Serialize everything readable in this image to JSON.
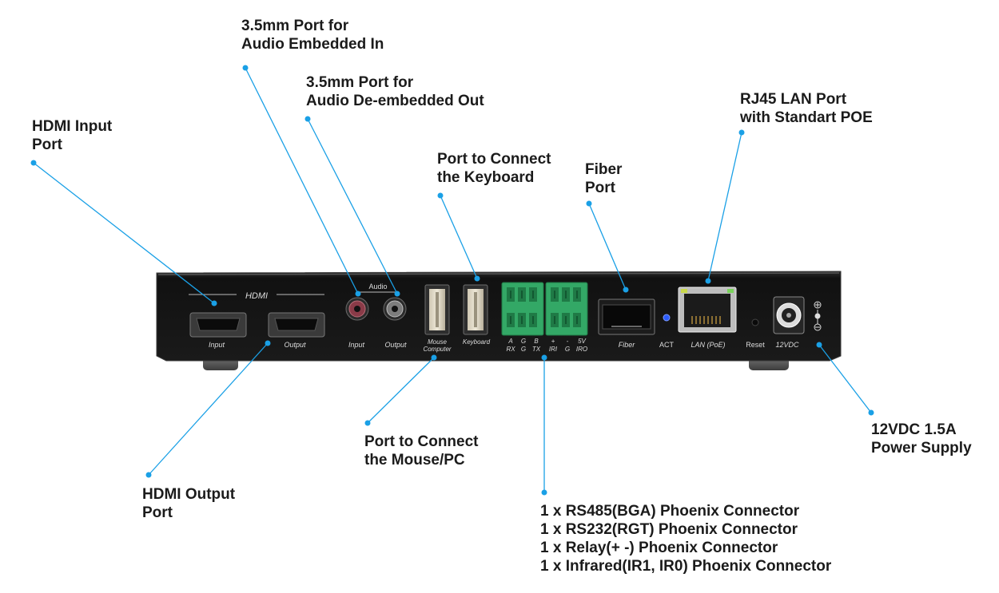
{
  "colors": {
    "leader_line": "#1aa0e6",
    "device_body": "#141414",
    "callout_text": "#1b1b1b",
    "phoenix_green": "#33a866",
    "led_blue": "#2c5cff"
  },
  "callouts": {
    "hdmi_input": [
      "HDMI Input",
      "Port"
    ],
    "audio_in": [
      "3.5mm Port for",
      "Audio Embedded In"
    ],
    "audio_out": [
      "3.5mm Port for",
      "Audio De-embedded Out"
    ],
    "keyboard": [
      "Port to Connect",
      "the Keyboard"
    ],
    "fiber": [
      "Fiber",
      "Port"
    ],
    "rj45": [
      "RJ45 LAN Port",
      "with Standart POE"
    ],
    "hdmi_output": [
      "HDMI Output",
      "Port"
    ],
    "mouse": [
      "Port to Connect",
      "the Mouse/PC"
    ],
    "phoenix": [
      "1 x RS485(BGA) Phoenix Connector",
      "1 x RS232(RGT) Phoenix Connector",
      "1 x Relay(+ -) Phoenix Connector",
      "1 x Infrared(IR1, IR0) Phoenix Connector"
    ],
    "power": [
      "12VDC 1.5A",
      "Power Supply"
    ]
  },
  "panel_labels": {
    "hdmi_group": "HDMI",
    "audio_group": "Audio",
    "hdmi_in": "Input",
    "hdmi_out": "Output",
    "audio_in": "Input",
    "audio_out": "Output",
    "mouse_line1": "Mouse",
    "mouse_line2": "Computer",
    "keyboard": "Keyboard",
    "phoenix_pins_top": [
      "A",
      "G",
      "B",
      "+",
      "-",
      "5V"
    ],
    "phoenix_pins_bottom": [
      "RX",
      "G",
      "TX",
      "IRI",
      "G",
      "IRO"
    ],
    "fiber": "Fiber",
    "act": "ACT",
    "lan": "LAN (PoE)",
    "reset": "Reset",
    "power": "12VDC"
  }
}
